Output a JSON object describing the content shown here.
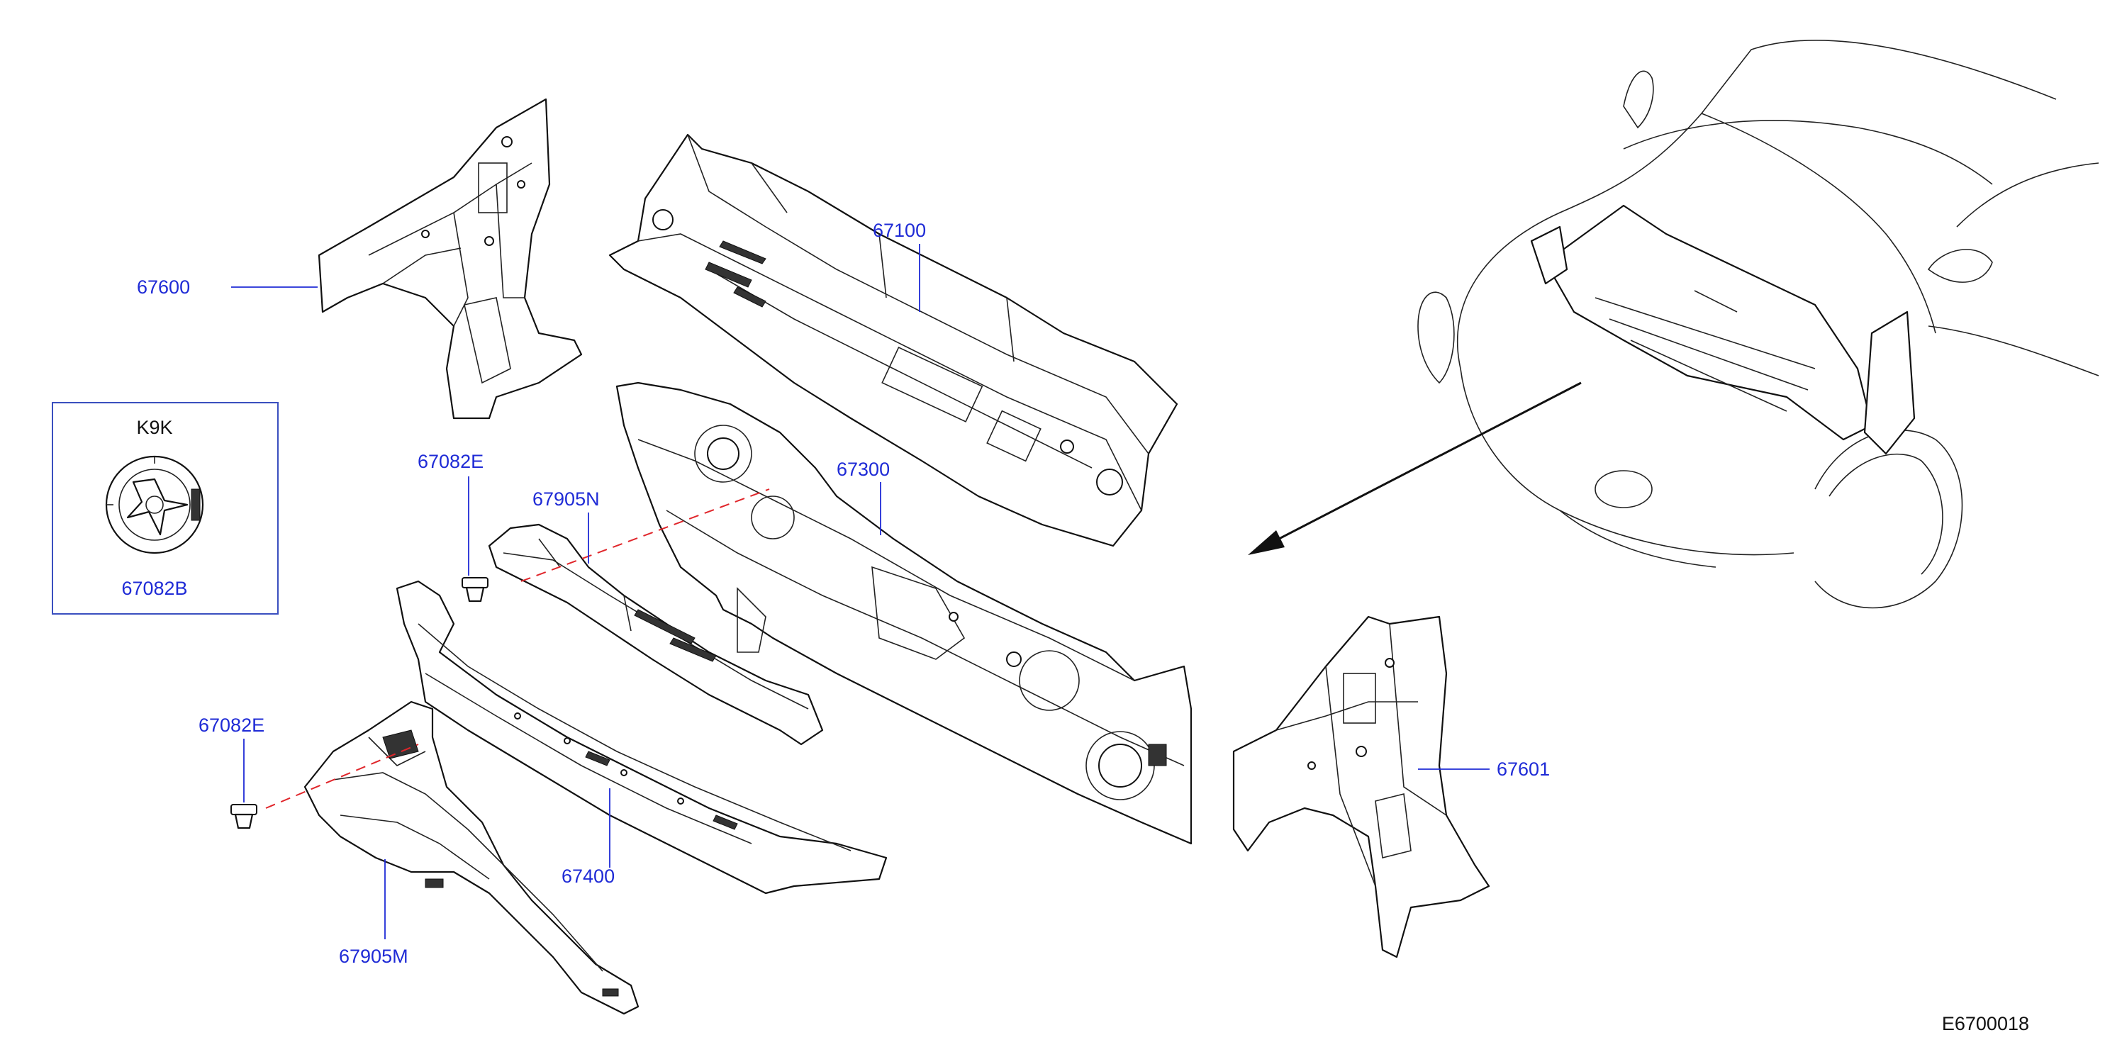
{
  "diagram": {
    "type": "exploded-parts-diagram",
    "figure_code": "E6700018",
    "callout_color": "#1f2bd6",
    "leader_color": "#1f2bd6",
    "hidden_line_color": "#e0262b",
    "line_color": "#111111",
    "variant_box_color": "#3a4fbf",
    "variant_box": {
      "title": "K9K",
      "part": "67082B"
    },
    "callouts": [
      {
        "part": "67600"
      },
      {
        "part": "67100"
      },
      {
        "part": "67082E"
      },
      {
        "part": "67905N"
      },
      {
        "part": "67300"
      },
      {
        "part": "67082E"
      },
      {
        "part": "67400"
      },
      {
        "part": "67905M"
      },
      {
        "part": "67601"
      }
    ]
  }
}
